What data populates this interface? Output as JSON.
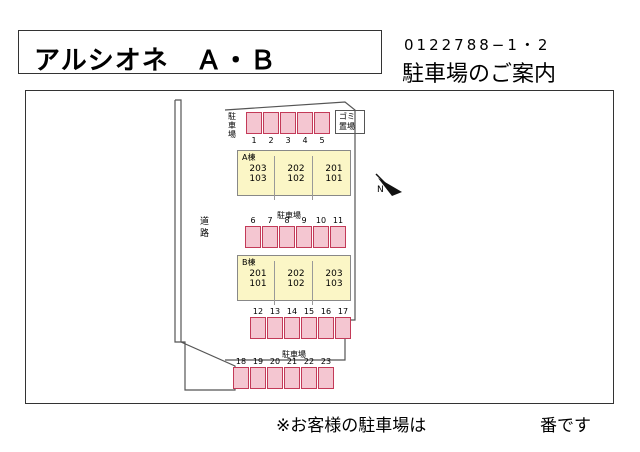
{
  "title": "アルシオネ　Ａ・Ｂ",
  "phone": "0122788−1・2",
  "guide_title": "駐車場のご案内",
  "map": {
    "road_label": "道\n路",
    "parking_vertical_label": "駐\n車\n場",
    "trash_label": "ゴミ\n置場",
    "parking_label_mid": "駐車場",
    "parking_label_bottom": "駐車場",
    "building_a": {
      "label": "A棟",
      "rooms": [
        "203\n103",
        "202\n102",
        "201\n101"
      ]
    },
    "building_b": {
      "label": "B棟",
      "rooms": [
        "201\n101",
        "202\n102",
        "203\n103"
      ]
    },
    "row1_numbers": [
      "1",
      "2",
      "3",
      "4",
      "5"
    ],
    "row2_numbers": [
      "6",
      "7",
      "8",
      "9",
      "10",
      "11"
    ],
    "row3_numbers": [
      "12",
      "13",
      "14",
      "15",
      "16",
      "17"
    ],
    "row4_numbers": [
      "18",
      "19",
      "20",
      "21",
      "22",
      "23"
    ]
  },
  "footer": {
    "note": "※お客様の駐車場は",
    "suffix": "番です"
  }
}
